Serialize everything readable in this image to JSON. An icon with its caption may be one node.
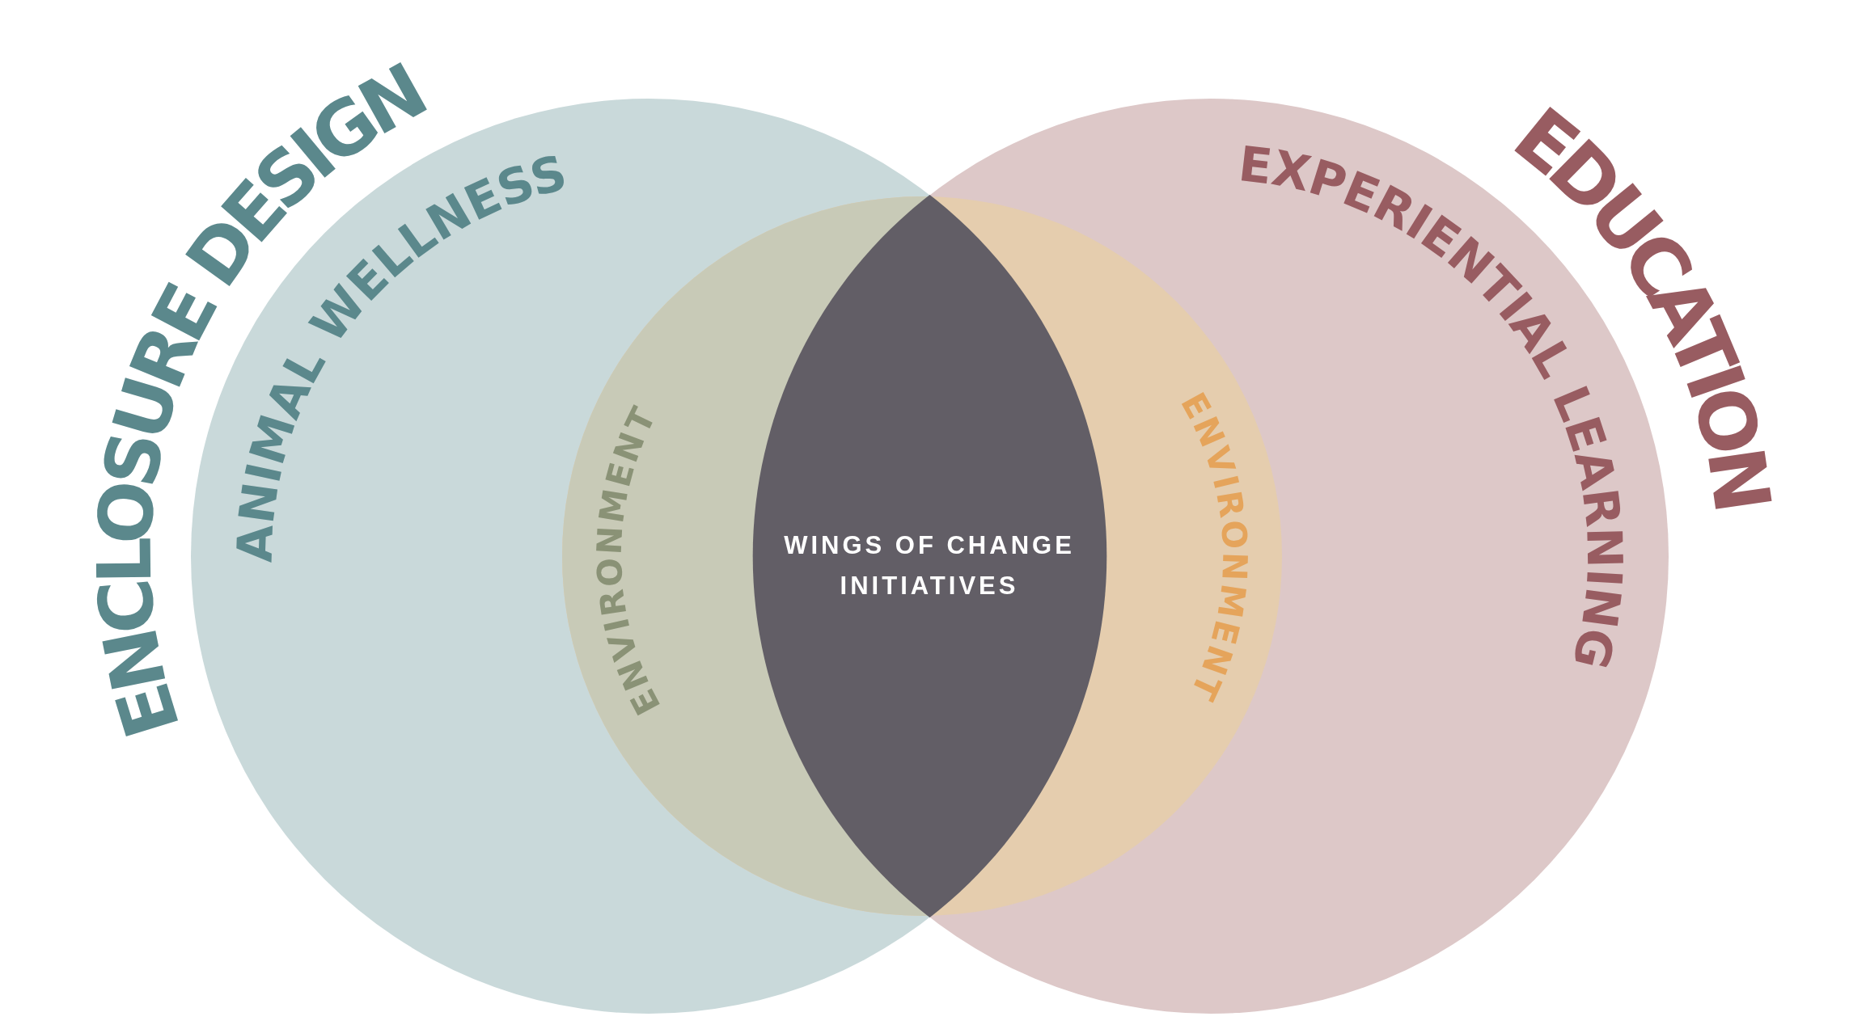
{
  "diagram": {
    "nodes": [
      {
        "text": [
          "ENCLOSURE DESIGN",
          "ANIMAL WELLNESS"
        ]
      },
      {
        "text": [
          "EDUCATION",
          "EXPERIENTIAL LEARNING"
        ]
      },
      {
        "text": [
          "ENVIRONMENT",
          "ENVIRONMENT"
        ]
      },
      {
        "text": [
          "WINGS OF CHANGE INITIATIVES"
        ]
      }
    ]
  }
}
